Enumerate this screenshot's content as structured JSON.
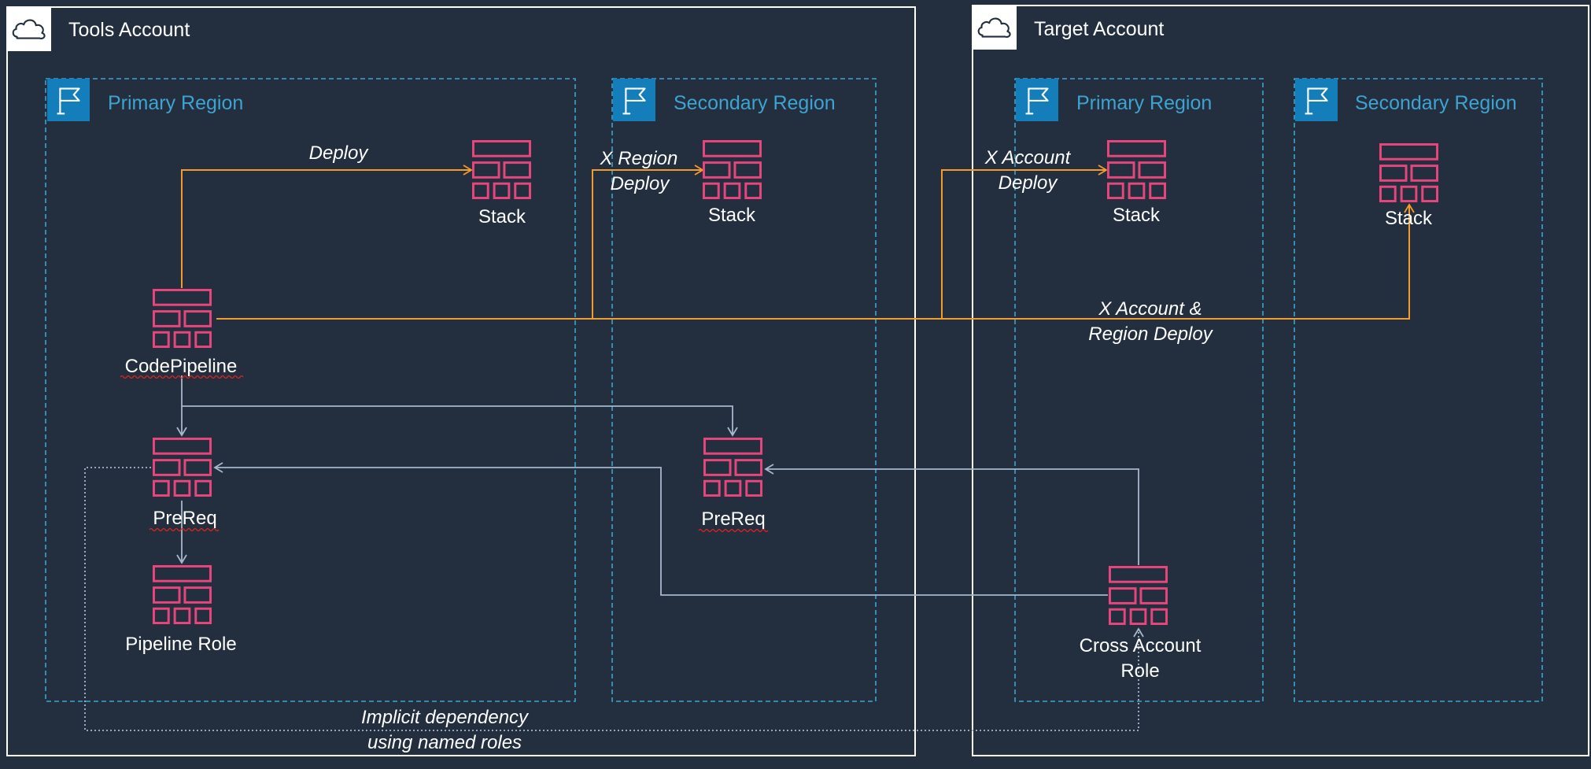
{
  "accounts": {
    "tools": {
      "title": "Tools Account",
      "icon": "cloud-icon"
    },
    "target": {
      "title": "Target Account",
      "icon": "cloud-icon"
    }
  },
  "regions": {
    "tools_primary": {
      "title": "Primary Region",
      "icon": "flag-icon"
    },
    "tools_secondary": {
      "title": "Secondary Region",
      "icon": "flag-icon"
    },
    "target_primary": {
      "title": "Primary Region",
      "icon": "flag-icon"
    },
    "target_secondary": {
      "title": "Secondary Region",
      "icon": "flag-icon"
    }
  },
  "nodes": {
    "codepipeline": {
      "label": "CodePipeline",
      "icon": "stack-icon"
    },
    "stack_tools_primary": {
      "label": "Stack",
      "icon": "stack-icon"
    },
    "prereq_tools_primary": {
      "label": "PreReq",
      "icon": "stack-icon"
    },
    "pipeline_role": {
      "label": "Pipeline Role",
      "icon": "stack-icon"
    },
    "stack_tools_secondary": {
      "label": "Stack",
      "icon": "stack-icon"
    },
    "prereq_tools_secondary": {
      "label": "PreReq",
      "icon": "stack-icon"
    },
    "stack_target_primary": {
      "label": "Stack",
      "icon": "stack-icon"
    },
    "cross_account_role": {
      "label_line1": "Cross Account",
      "label_line2": "Role",
      "icon": "stack-icon"
    },
    "stack_target_secondary": {
      "label": "Stack",
      "icon": "stack-icon"
    }
  },
  "edges": {
    "deploy": {
      "label": "Deploy"
    },
    "x_region_deploy": {
      "label_line1": "X Region",
      "label_line2": "Deploy"
    },
    "x_account_deploy": {
      "label_line1": "X Account",
      "label_line2": "Deploy"
    },
    "x_account_region_deploy": {
      "label_line1": "X Account &",
      "label_line2": "Region Deploy"
    },
    "implicit_dependency": {
      "label_line1": "Implicit dependency",
      "label_line2": "using named roles"
    }
  },
  "colors": {
    "background": "#232f3e",
    "account_border": "#ffffff",
    "region_border": "#3ea3d0",
    "region_title": "#3ea3d0",
    "stack_icon": "#e7467c",
    "deploy_arrow": "#f59b2b",
    "dependency_arrow": "#a7b7cc"
  }
}
